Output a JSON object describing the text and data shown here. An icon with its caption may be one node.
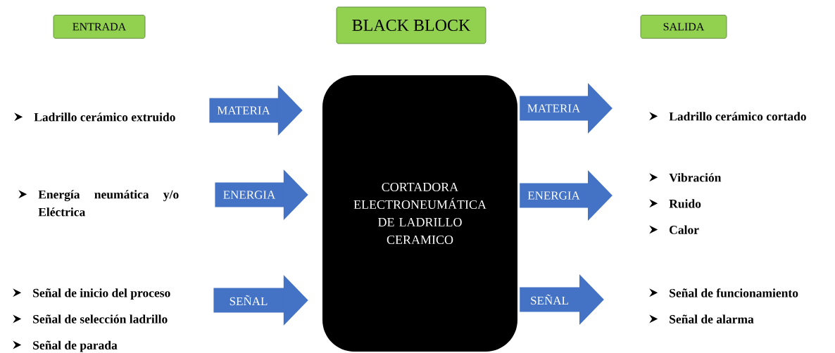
{
  "diagram": {
    "nodes": [
      {
        "text": [
          "ENTRADA"
        ]
      },
      {
        "text": [
          "BLACK BLOCK"
        ]
      },
      {
        "text": [
          "SALIDA"
        ]
      },
      {
        "text": [
          "Ladrillo cerámico extruido"
        ]
      },
      {
        "text": [
          "Energía neumática y/o Eléctrica"
        ]
      },
      {
        "text": [
          "Señal de inicio del proceso",
          "Señal de selección ladrillo",
          "Señal de parada"
        ]
      },
      {
        "text": [
          "CORTADORA ELECTRONEUMÁTICA DE LADRILLO CERAMICO"
        ]
      },
      {
        "text": [
          "Ladrillo cerámico cortado"
        ]
      },
      {
        "text": [
          "Vibración",
          "Ruido",
          "Calor"
        ]
      },
      {
        "text": [
          "Señal de funcionamiento",
          "Señal de alarma"
        ]
      }
    ],
    "edges": [
      {
        "from": 3,
        "to": 6,
        "arrow": "to",
        "label": "MATERIA"
      },
      {
        "from": 4,
        "to": 6,
        "arrow": "to",
        "label": "ENERGIA"
      },
      {
        "from": 5,
        "to": 6,
        "arrow": "to",
        "label": "SEÑAL"
      },
      {
        "from": 6,
        "to": 7,
        "arrow": "to",
        "label": "MATERIA"
      },
      {
        "from": 6,
        "to": 8,
        "arrow": "to",
        "label": "ENERGIA"
      },
      {
        "from": 6,
        "to": 9,
        "arrow": "to",
        "label": "SEÑAL"
      }
    ]
  }
}
